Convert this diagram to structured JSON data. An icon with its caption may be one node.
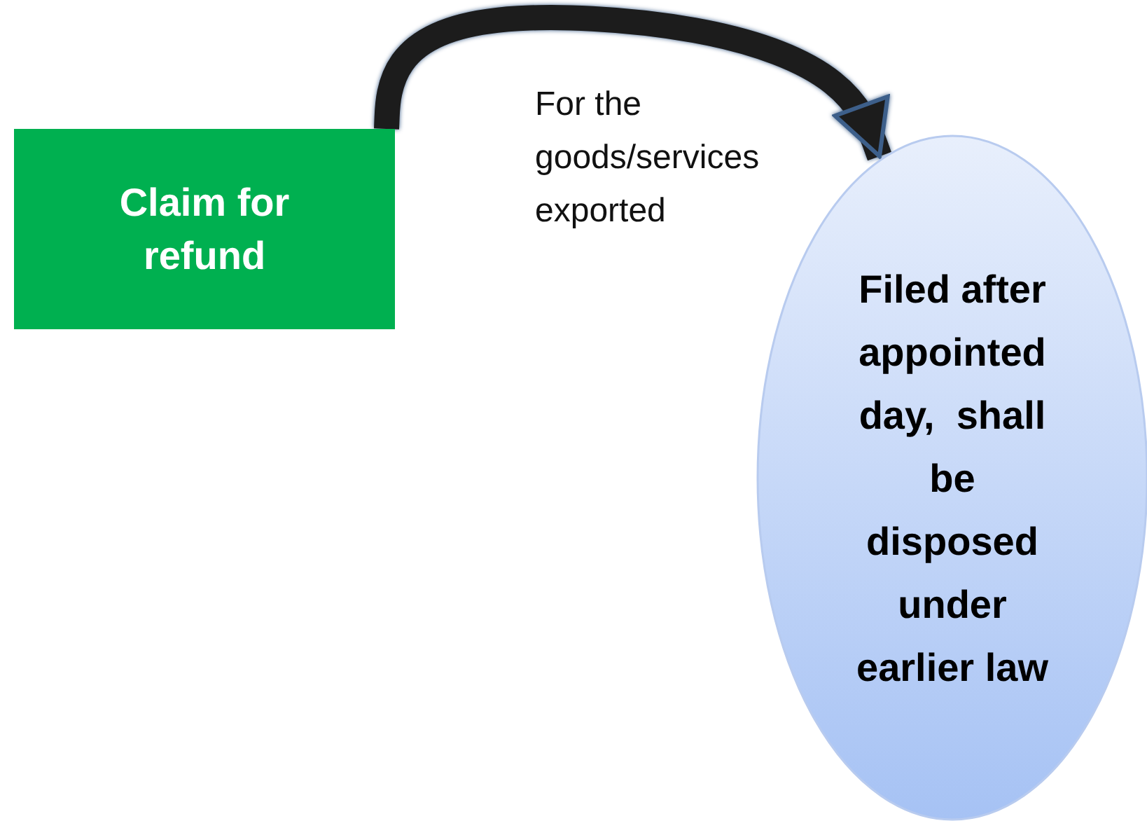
{
  "diagram": {
    "nodes": [
      {
        "text": [
          "Claim for refund"
        ]
      },
      {
        "text": [
          "Filed after appointed day,  shall be disposed under earlier law"
        ]
      }
    ],
    "edges": [
      {
        "from": 0,
        "to": 1,
        "arrow": "to",
        "label": "For the goods/services exported"
      }
    ]
  }
}
